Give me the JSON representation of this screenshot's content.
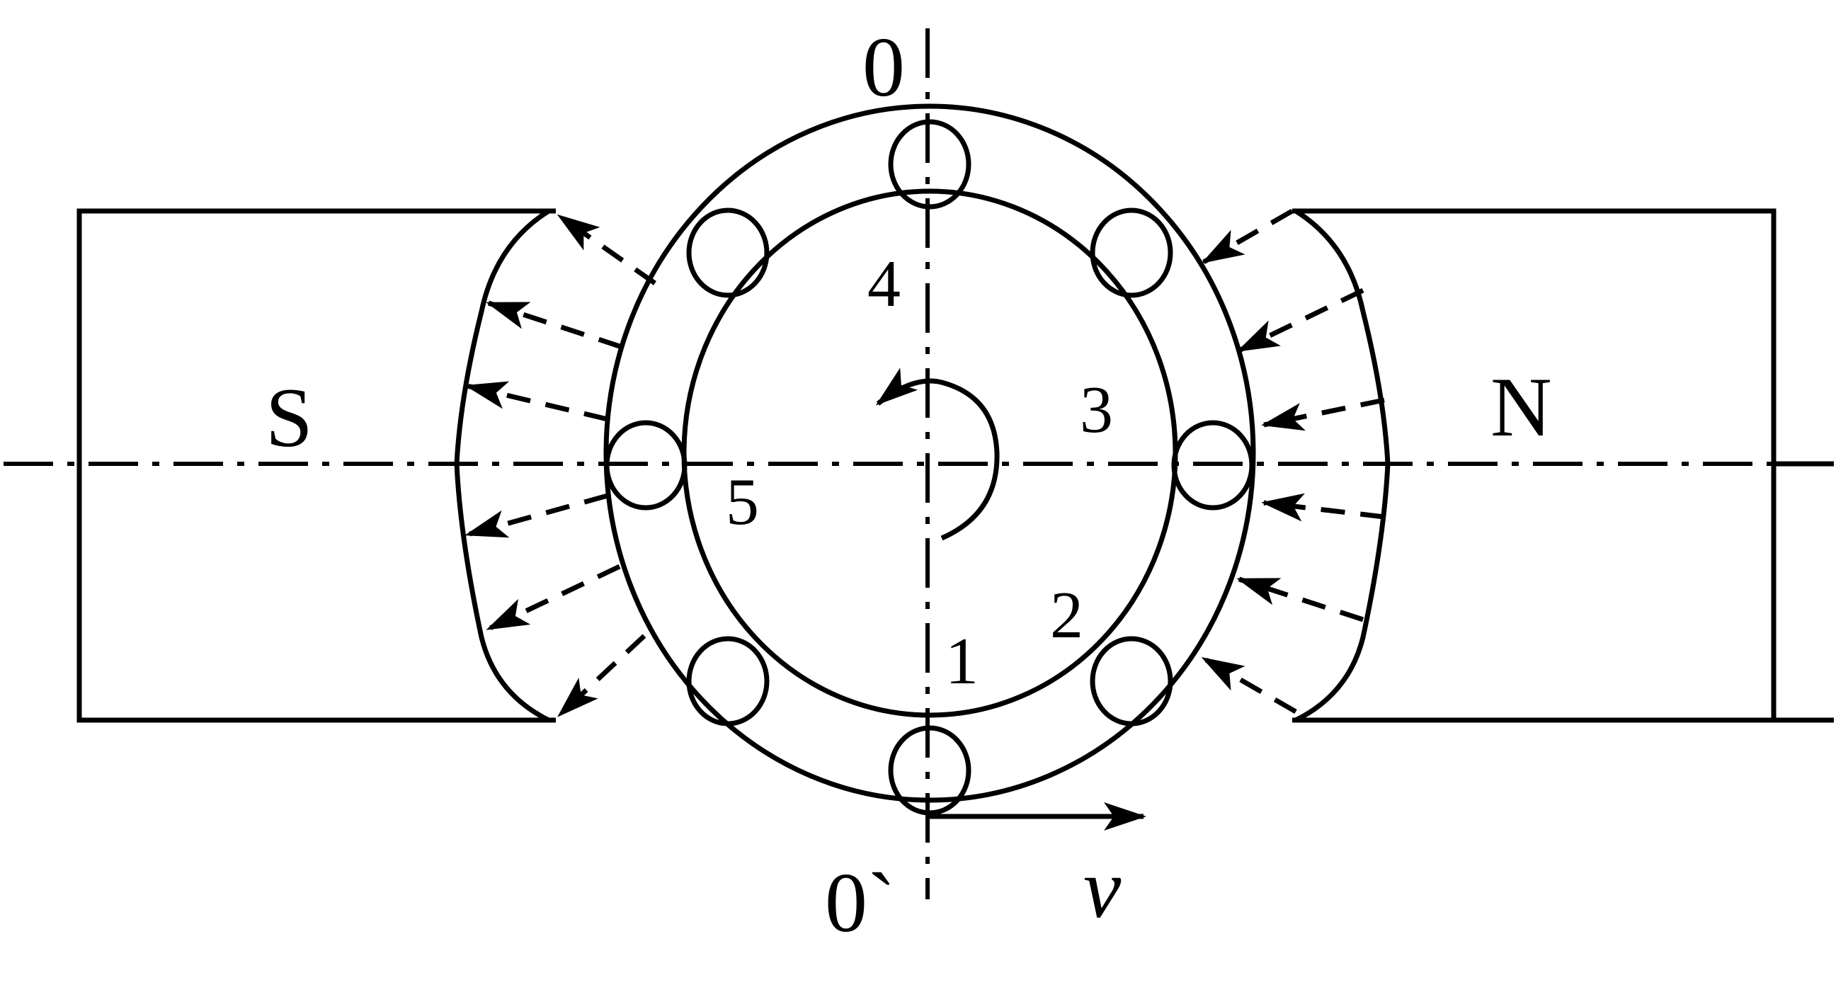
{
  "poles": {
    "left": "S",
    "right": "N"
  },
  "axis_labels": {
    "top": "0",
    "bottom": "0`"
  },
  "conductors": [
    "4",
    "3",
    "5",
    "2",
    "1"
  ],
  "velocity_label": "v",
  "colors": {
    "ink": "#000000",
    "background": "#ffffff"
  }
}
